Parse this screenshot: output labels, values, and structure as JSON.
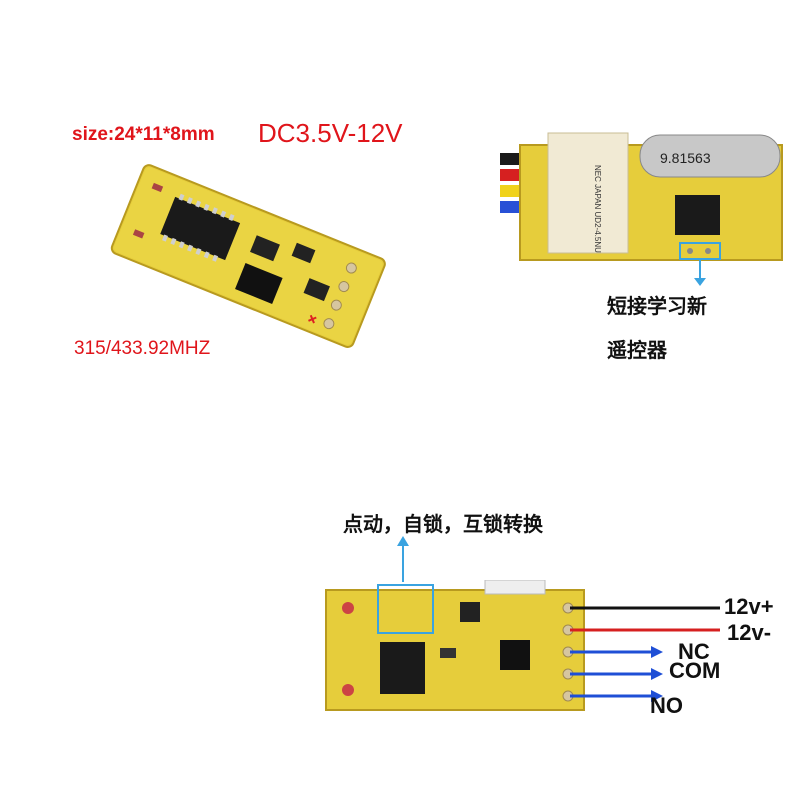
{
  "specs": {
    "size": "size:24*11*8mm",
    "voltage": "DC3.5V-12V",
    "frequency": "315/433.92MHZ"
  },
  "photo_right": {
    "note_line1": "短接学习新",
    "note_line2": "遥控器",
    "relay_text": "NEC JAPAN UD2-4.5NU",
    "crystal_text": "9.81563"
  },
  "photo_bottom": {
    "mode_label": "点动，自锁，互锁转换",
    "terminals": {
      "v_plus": "12v+",
      "v_minus": "12v-",
      "nc": "NC",
      "com": "COM",
      "no": "NO"
    }
  },
  "colors": {
    "red_text": "#e0151b",
    "pcb": "#e9d23a",
    "blue_line": "#1f4fd6",
    "highlight_box": "#3aa3e0"
  },
  "icons": [
    "arrow-up-icon",
    "arrow-right-icon"
  ]
}
